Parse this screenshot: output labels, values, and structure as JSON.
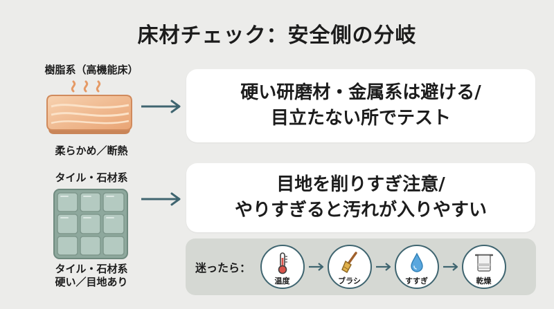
{
  "title": "床材チェック：安全側の分岐",
  "resin": {
    "heading": "樹脂系（高機能床）",
    "caption": "柔らかめ／断熱",
    "advice": [
      "硬い研磨材・金属系は避ける/",
      "目立たない所でテスト"
    ]
  },
  "tile": {
    "heading": "タイル・石材系",
    "caption": [
      "タイル・石材系",
      "硬い／目地あり"
    ],
    "advice": [
      "目地を削りすぎ注意/",
      "やりすぎると汚れが入りやすい"
    ]
  },
  "steps": {
    "label": "迷ったら：",
    "items": [
      {
        "label": "温度",
        "icon": "thermometer-icon"
      },
      {
        "label": "ブラシ",
        "icon": "brush-icon"
      },
      {
        "label": "すすぎ",
        "icon": "water-drop-icon"
      },
      {
        "label": "乾燥",
        "icon": "towel-icon"
      }
    ]
  },
  "colors": {
    "background": "#ececea",
    "accent": "#3f6570",
    "panel": "#d5d8d3",
    "resin": "#f0b98c",
    "tile": "#a9c0b7"
  }
}
